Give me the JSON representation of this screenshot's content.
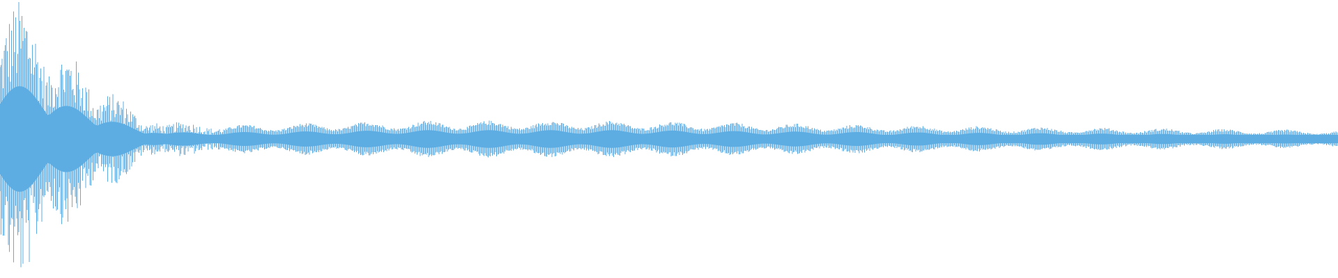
{
  "waveform": {
    "color": "#5DADE2",
    "background": "#ffffff",
    "shape": "decaying oscillation with slow amplitude beating",
    "envelope": {
      "attack_peak_relative": 1.0,
      "sustain_level_relative": 0.13,
      "tail_level_relative": 0.05
    }
  }
}
